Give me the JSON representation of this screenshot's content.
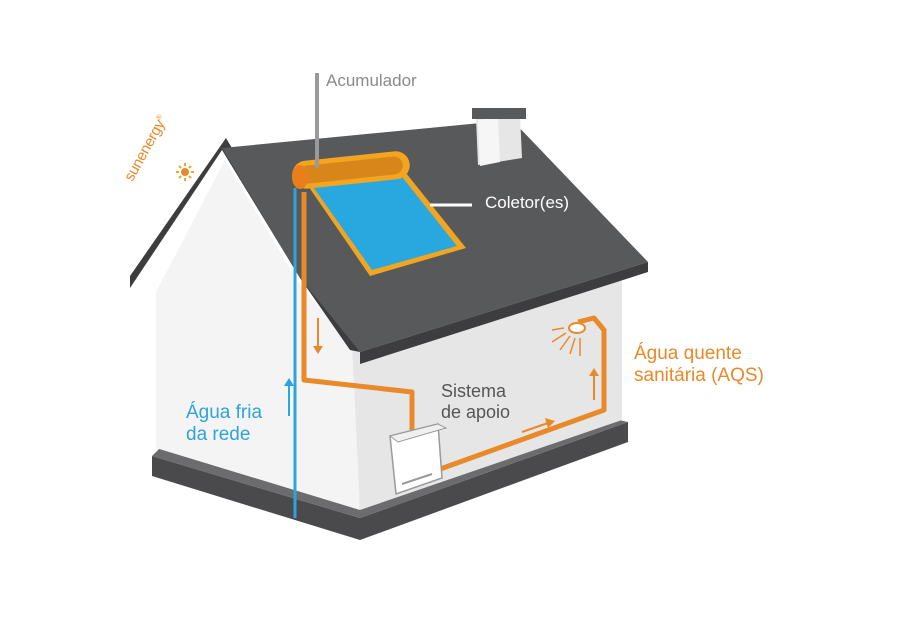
{
  "labels": {
    "accumulator": "Acumulador",
    "collector": "Coletor(es)",
    "backup_line1": "Sistema",
    "backup_line2": "de apoio",
    "hot_line1": "Água quente",
    "hot_line2": "sanitária (AQS)",
    "cold_line1": "Água fria",
    "cold_line2": "da rede"
  },
  "brand": {
    "name": "sunenergy",
    "mark": "®"
  },
  "colors": {
    "roof": "#58595b",
    "wall_front": "#f4f4f4",
    "wall_side": "#e6e6e6",
    "base": "#4a4a4c",
    "panel": "#29a8e0",
    "frame": "#f3a51f",
    "hot_pipe": "#e8892a",
    "cold_pipe": "#2ea3dc",
    "leader": "#9a9a9a"
  },
  "icons": [
    "sun-logo-icon",
    "shower-icon",
    "boiler-icon",
    "flow-arrow-icon"
  ]
}
